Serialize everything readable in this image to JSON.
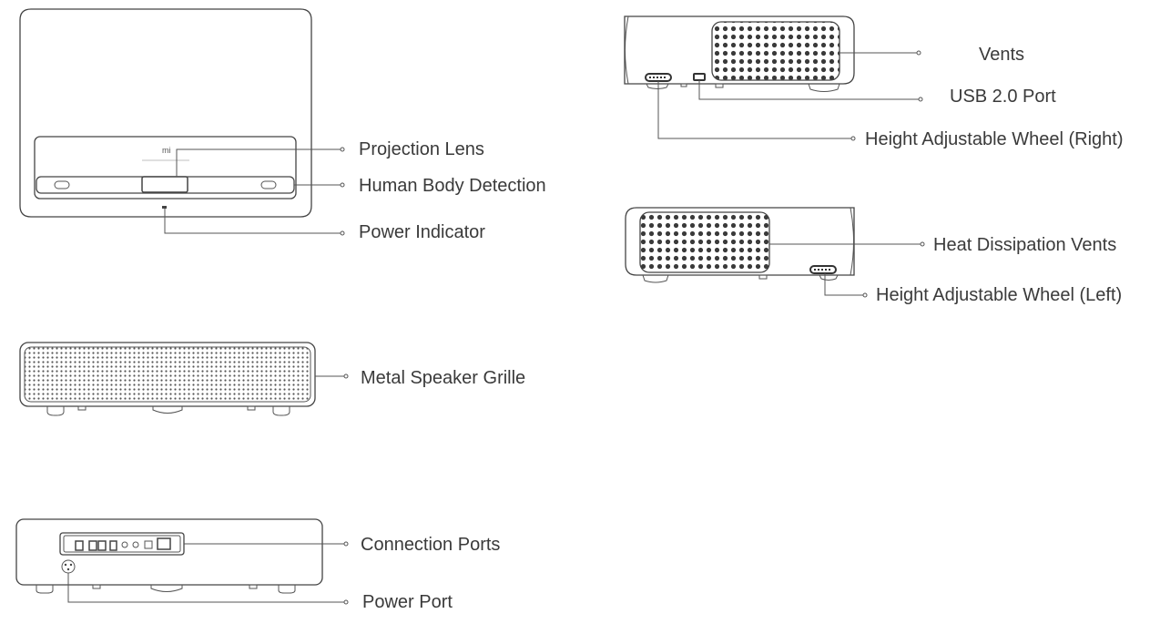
{
  "callouts": {
    "projection_lens": "Projection Lens",
    "human_body_detection": "Human Body Detection",
    "power_indicator": "Power Indicator",
    "metal_speaker_grille": "Metal Speaker Grille",
    "connection_ports": "Connection Ports",
    "power_port": "Power Port",
    "vents": "Vents",
    "usb_port": "USB 2.0 Port",
    "wheel_right": "Height Adjustable Wheel (Right)",
    "heat_vents": "Heat Dissipation Vents",
    "wheel_left": "Height Adjustable Wheel (Left)"
  },
  "logo_text": "mi"
}
